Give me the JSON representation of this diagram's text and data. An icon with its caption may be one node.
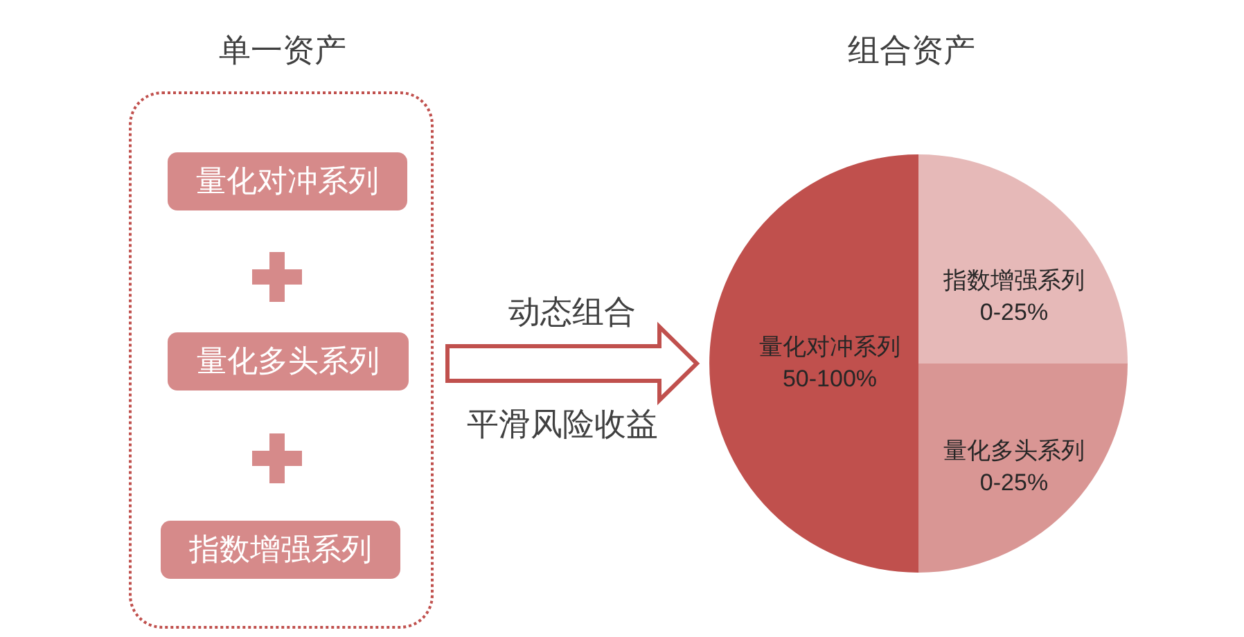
{
  "diagram": {
    "nodes": [
      {
        "text": [
          "单一资产"
        ]
      },
      {
        "text": [
          "量化对冲系列"
        ],
        "in": 0
      },
      {
        "text": [
          "量化多头系列"
        ],
        "in": 0
      },
      {
        "text": [
          "指数增强系列"
        ],
        "in": 0
      },
      {
        "text": [
          "组合资产"
        ]
      },
      {
        "text": [
          "量化对冲系列",
          "50-100%"
        ],
        "in": 4
      },
      {
        "text": [
          "指数增强系列",
          "0-25%"
        ],
        "in": 4
      },
      {
        "text": [
          "量化多头系列",
          "0-25%"
        ],
        "in": 4
      }
    ],
    "edges": [
      {
        "from": 0,
        "to": 4,
        "arrow": "to",
        "label": "动态组合"
      }
    ],
    "labels": [
      "平滑风险收益"
    ]
  }
}
